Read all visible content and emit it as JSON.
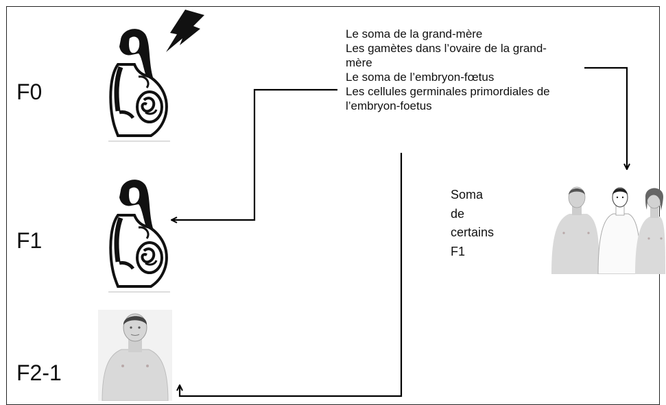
{
  "generations": {
    "f0": "F0",
    "f1": "F1",
    "f2": "F2-1"
  },
  "info_lines": [
    "Le soma de la grand-mère",
    "Les gamètes dans l’ovaire de la grand-",
    "mère",
    "Le soma de l’embryon-fœtus",
    "Les cellules germinales primordiales de",
    "l’embryon-foetus"
  ],
  "soma_label": {
    "line1": "Soma",
    "line2": "de",
    "line3": "certains",
    "line4": "F1"
  },
  "icons": {
    "pregnant_woman_f0": "pregnant-woman-icon",
    "pregnant_woman_f1": "pregnant-woman-icon",
    "lightning": "lightning-bolt-icon",
    "man_f2": "man-portrait-icon",
    "f1_group": "people-group-icon"
  }
}
